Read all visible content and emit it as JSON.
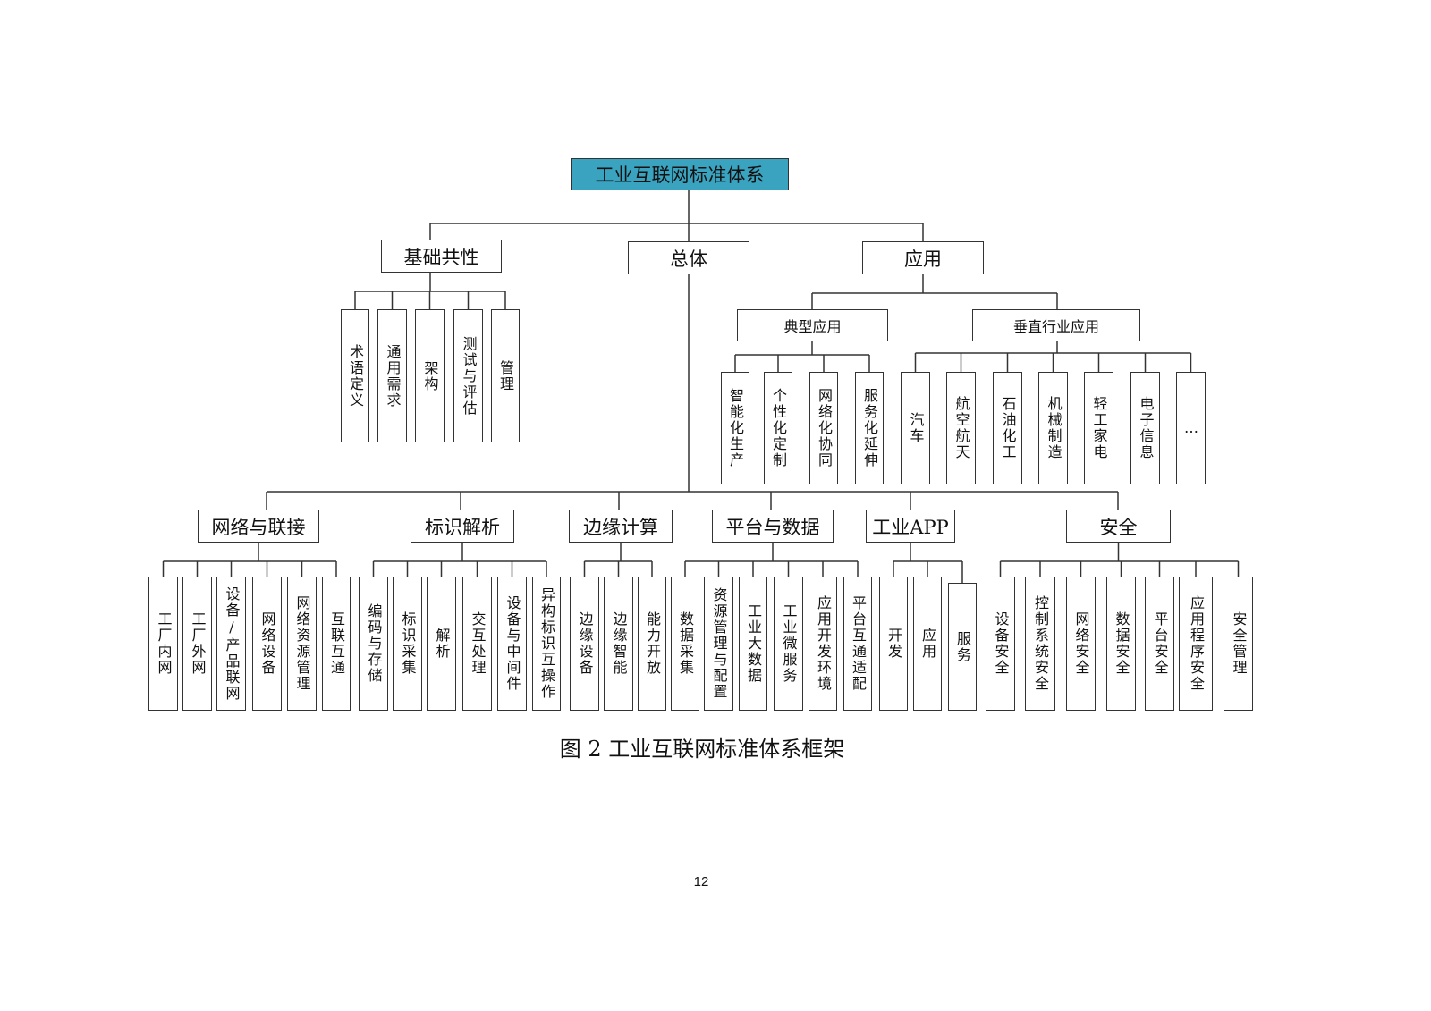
{
  "root": "工业互联网标准体系",
  "basic": {
    "title": "基础共性",
    "items": [
      "术语定义",
      "通用需求",
      "架构",
      "测试与评估",
      "管理"
    ]
  },
  "overall": "总体",
  "application": {
    "title": "应用",
    "typical": {
      "title": "典型应用",
      "items": [
        "智能化生产",
        "个性化定制",
        "网络化协同",
        "服务化延伸"
      ]
    },
    "vertical": {
      "title": "垂直行业应用",
      "items": [
        "汽车",
        "航空航天",
        "石油化工",
        "机械制造",
        "轻工家电",
        "电子信息",
        "…"
      ]
    }
  },
  "groups": [
    {
      "title": "网络与联接",
      "items": [
        "工厂内网",
        "工厂外网",
        "设备/产品联网",
        "网络设备",
        "网络资源管理",
        "互联互通"
      ]
    },
    {
      "title": "标识解析",
      "items": [
        "编码与存储",
        "标识采集",
        "解析",
        "交互处理",
        "设备与中间件",
        "异构标识互操作"
      ]
    },
    {
      "title": "边缘计算",
      "items": [
        "边缘设备",
        "边缘智能",
        "能力开放"
      ]
    },
    {
      "title": "平台与数据",
      "items": [
        "数据采集",
        "资源管理与配置",
        "工业大数据",
        "工业微服务",
        "应用开发环境",
        "平台互通适配"
      ]
    },
    {
      "title": "工业APP",
      "items": [
        "开发",
        "应用",
        "服务"
      ]
    },
    {
      "title": "安全",
      "items": [
        "设备安全",
        "控制系统安全",
        "网络安全",
        "数据安全",
        "平台安全",
        "应用程序安全",
        "安全管理"
      ]
    }
  ],
  "caption": "图 2  工业互联网标准体系框架",
  "page_number": "12"
}
